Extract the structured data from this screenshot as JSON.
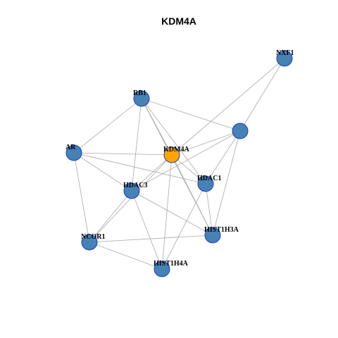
{
  "title": "KDM4A",
  "colors": {
    "node_default": "#4682b4",
    "node_focus": "#ffa500",
    "node_stroke": "#1f3fbf",
    "edge": "#a9a9a9",
    "background": "#ffffff"
  },
  "nodes": [
    {
      "id": "NXF1",
      "label": "NXF1",
      "focus": false
    },
    {
      "id": "RB1",
      "label": "RB1",
      "focus": false
    },
    {
      "id": "UNLABELED",
      "label": "",
      "focus": false
    },
    {
      "id": "AR",
      "label": "AR",
      "focus": false
    },
    {
      "id": "KDM4A",
      "label": "KDM4A",
      "focus": true
    },
    {
      "id": "HDAC1",
      "label": "HDAC1",
      "focus": false
    },
    {
      "id": "HDAC3",
      "label": "HDAC3",
      "focus": false
    },
    {
      "id": "HIST1H3A",
      "label": "HIST1H3A",
      "focus": false
    },
    {
      "id": "NCOR1",
      "label": "NCOR1",
      "focus": false
    },
    {
      "id": "HIST1H4A",
      "label": "HIST1H4A",
      "focus": false
    }
  ],
  "edges": [
    [
      "NXF1",
      "KDM4A"
    ],
    [
      "NXF1",
      "UNLABELED"
    ],
    [
      "RB1",
      "AR"
    ],
    [
      "RB1",
      "UNLABELED"
    ],
    [
      "RB1",
      "KDM4A"
    ],
    [
      "RB1",
      "HDAC3"
    ],
    [
      "RB1",
      "HDAC1"
    ],
    [
      "RB1",
      "HIST1H3A"
    ],
    [
      "UNLABELED",
      "KDM4A"
    ],
    [
      "UNLABELED",
      "HDAC3"
    ],
    [
      "UNLABELED",
      "HDAC1"
    ],
    [
      "UNLABELED",
      "HIST1H3A"
    ],
    [
      "AR",
      "KDM4A"
    ],
    [
      "AR",
      "HDAC3"
    ],
    [
      "AR",
      "HDAC1"
    ],
    [
      "AR",
      "NCOR1"
    ],
    [
      "KDM4A",
      "HDAC3"
    ],
    [
      "KDM4A",
      "HDAC1"
    ],
    [
      "KDM4A",
      "HIST1H3A"
    ],
    [
      "KDM4A",
      "HIST1H4A"
    ],
    [
      "KDM4A",
      "NCOR1"
    ],
    [
      "HDAC1",
      "HIST1H3A"
    ],
    [
      "HDAC1",
      "HIST1H4A"
    ],
    [
      "HDAC3",
      "NCOR1"
    ],
    [
      "HDAC3",
      "HIST1H4A"
    ],
    [
      "HDAC3",
      "HIST1H3A"
    ],
    [
      "NCOR1",
      "HIST1H3A"
    ],
    [
      "NCOR1",
      "HIST1H4A"
    ]
  ]
}
